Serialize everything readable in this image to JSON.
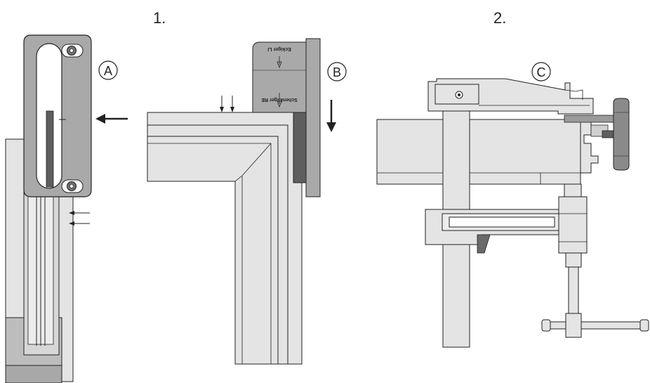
{
  "steps": {
    "step1": "1.",
    "step2": "2."
  },
  "callouts": {
    "a": "A",
    "b": "B",
    "c": "C"
  },
  "plate_b": {
    "top_text": "Eckiger LI",
    "bottom_text": "Schenkliger RE"
  },
  "colors": {
    "frame_light": "#e4e4e4",
    "frame_mid": "#cfcfcf",
    "plate_gray": "#a9a9a9",
    "dark_gray": "#5e5e5e",
    "outline": "#222222"
  }
}
